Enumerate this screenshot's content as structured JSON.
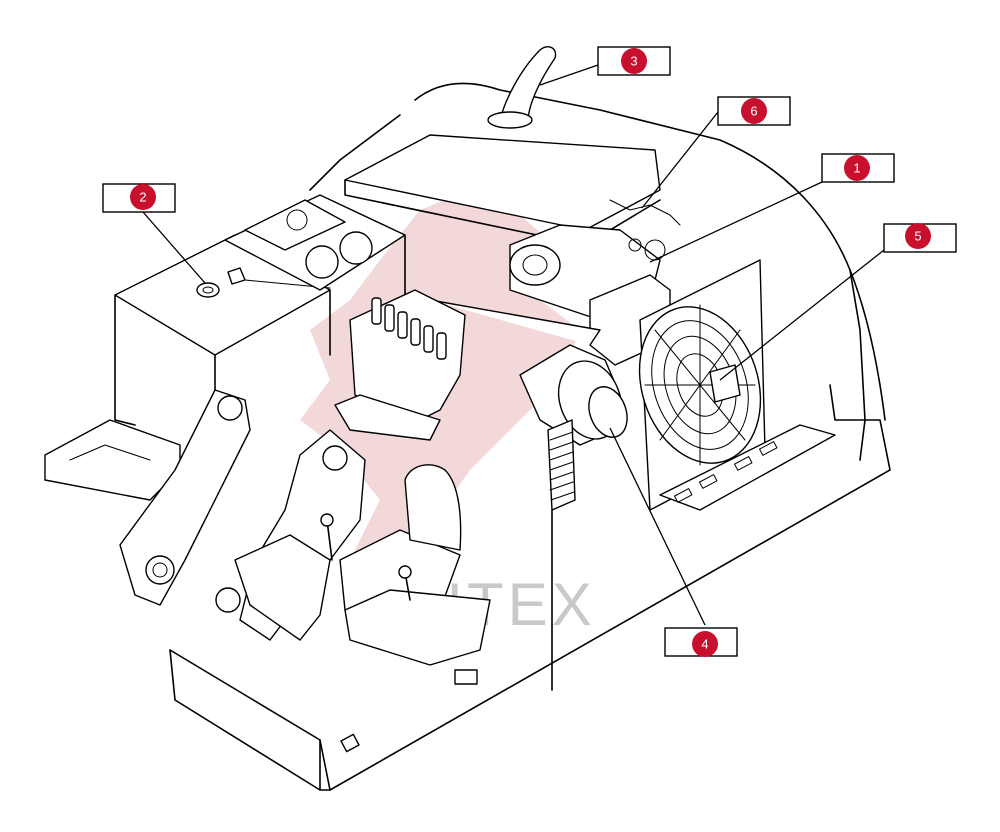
{
  "figure": {
    "watermark_text": "KHITEX",
    "colors": {
      "callout_red": "#c8102e",
      "line": "#000000",
      "watermark": "#e8b8b8"
    }
  },
  "callouts": [
    {
      "number": "1"
    },
    {
      "number": "2"
    },
    {
      "number": "3"
    },
    {
      "number": "4"
    },
    {
      "number": "5"
    },
    {
      "number": "6"
    }
  ]
}
